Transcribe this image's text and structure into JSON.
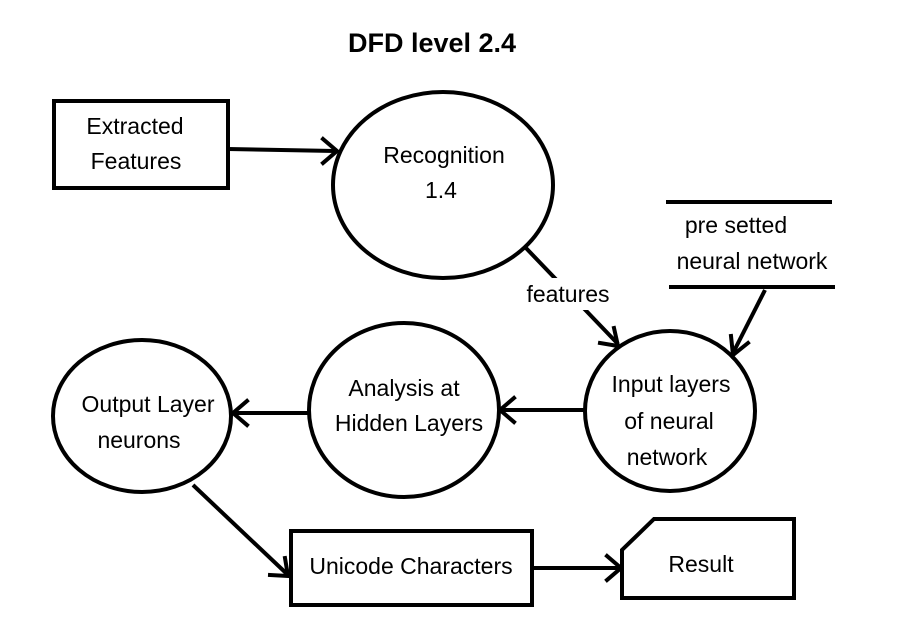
{
  "title": "DFD level 2.4",
  "nodes": {
    "extracted_features": {
      "line1": "Extracted",
      "line2": "Features"
    },
    "recognition": {
      "line1": "Recognition",
      "line2": "1.4"
    },
    "pre_setted_store": {
      "line1": "pre setted",
      "line2": "neural network"
    },
    "input_layers": {
      "line1": "Input layers",
      "line2": "of neural",
      "line3": "network"
    },
    "hidden_layers": {
      "line1": "Analysis at",
      "line2": "Hidden Layers"
    },
    "output_layer": {
      "line1": "Output Layer",
      "line2": "neurons"
    },
    "unicode_characters": {
      "label": "Unicode Characters"
    },
    "result": {
      "label": "Result"
    }
  },
  "flows": {
    "features_label": "features"
  }
}
